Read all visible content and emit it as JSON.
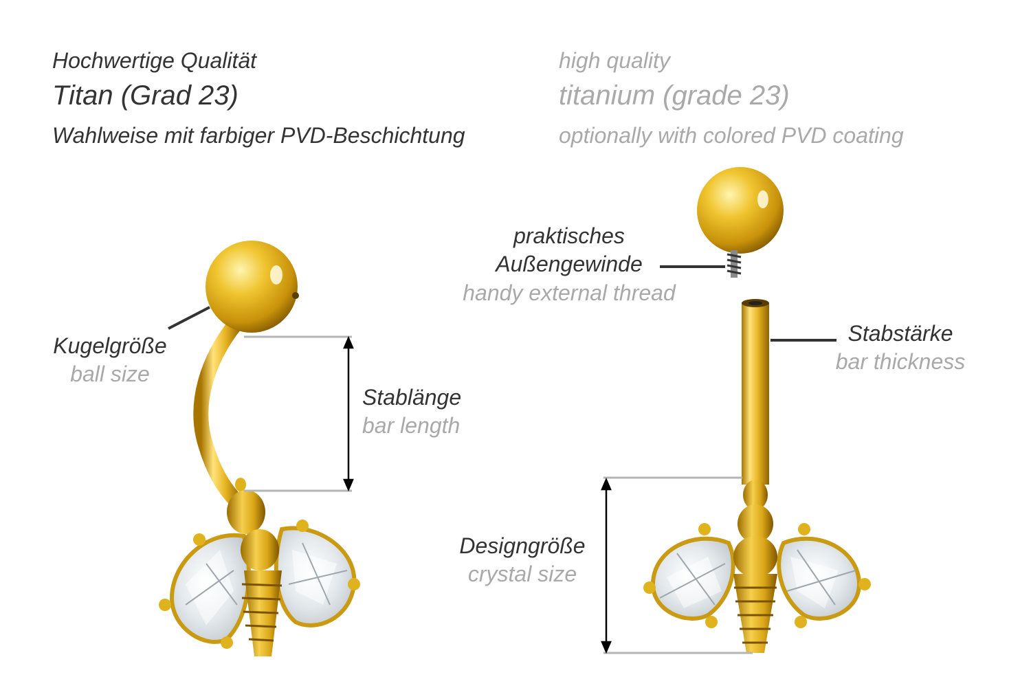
{
  "header": {
    "de": {
      "quality": "Hochwertige Qualität",
      "material": "Titan (Grad 23)",
      "coating": "Wahlweise mit farbiger PVD-Beschichtung"
    },
    "en": {
      "quality": "high quality",
      "material": "titanium (grade 23)",
      "coating": "optionally with colored PVD coating"
    }
  },
  "labels": {
    "ball_size": {
      "de": "Kugelgröße",
      "en": "ball size"
    },
    "bar_length": {
      "de": "Stablänge",
      "en": "bar length"
    },
    "thread": {
      "de_line1": "praktisches",
      "de_line2": "Außengewinde",
      "en": "handy external thread"
    },
    "bar_thickness": {
      "de": "Stabstärke",
      "en": "bar thickness"
    },
    "design_size": {
      "de": "Designgröße",
      "en": "crystal size"
    }
  },
  "colors": {
    "text_de": "#333333",
    "text_en": "#a9a9a9",
    "gold": "#e0b21e",
    "gold_dark": "#9c6d00",
    "gold_light": "#fff2a8",
    "crystal": "#e9eef0",
    "guide_line": "#b5b5b5",
    "dimension_line": "#000000"
  }
}
